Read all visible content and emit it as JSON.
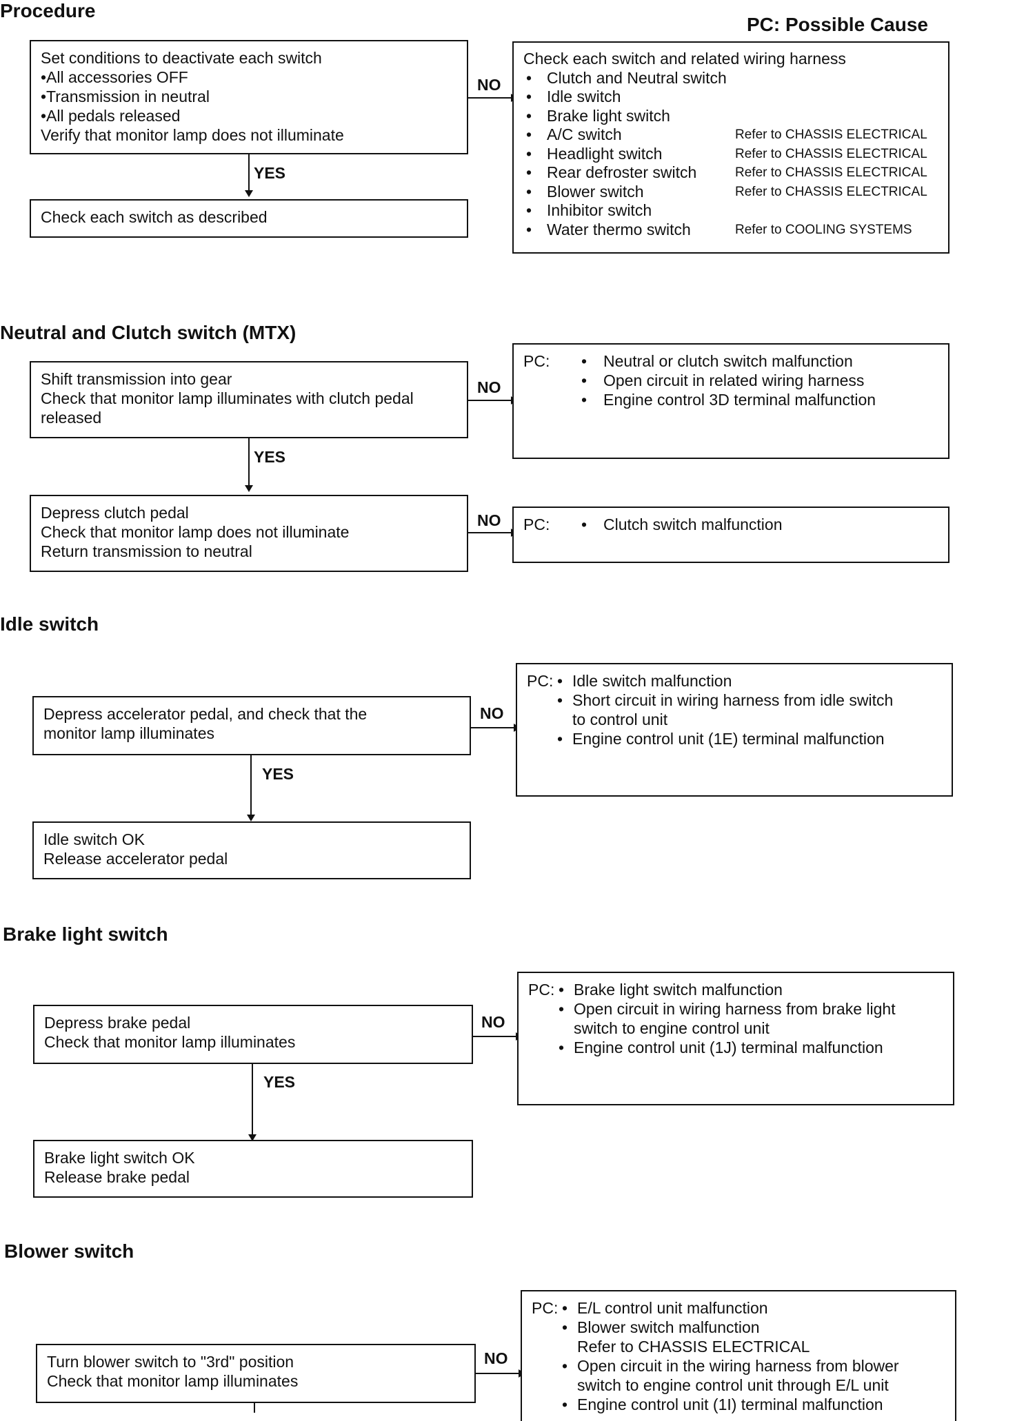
{
  "header": {
    "procedure_title": "Procedure",
    "pc_legend": "PC: Possible Cause"
  },
  "labels": {
    "yes": "YES",
    "no": "NO",
    "pc": "PC:",
    "bullet": "•"
  },
  "procedure": {
    "step1": [
      "Set conditions to deactivate each switch",
      "•All accessories OFF",
      "•Transmission in neutral",
      "•All pedals released",
      "Verify that monitor lamp does not illuminate"
    ],
    "step2": [
      "Check each switch as described"
    ],
    "no_box": {
      "title": "Check each switch and related wiring harness",
      "items": [
        {
          "text": "Clutch and Neutral switch",
          "ref": ""
        },
        {
          "text": "Idle switch",
          "ref": ""
        },
        {
          "text": "Brake light switch",
          "ref": ""
        },
        {
          "text": "A/C switch",
          "ref": "Refer to CHASSIS ELECTRICAL"
        },
        {
          "text": "Headlight switch",
          "ref": "Refer to CHASSIS ELECTRICAL"
        },
        {
          "text": "Rear defroster switch",
          "ref": "Refer to CHASSIS ELECTRICAL"
        },
        {
          "text": "Blower switch",
          "ref": "Refer to CHASSIS ELECTRICAL"
        },
        {
          "text": "Inhibitor switch",
          "ref": ""
        },
        {
          "text": "Water thermo switch",
          "ref": "Refer to COOLING SYSTEMS"
        }
      ]
    }
  },
  "neutral_clutch": {
    "title": "Neutral and Clutch switch (MTX)",
    "step1": [
      "Shift transmission into gear",
      "Check that monitor lamp illuminates with clutch pedal",
      "released"
    ],
    "pc1": [
      "Neutral or clutch switch malfunction",
      "Open circuit in related wiring harness",
      "Engine control 3D terminal malfunction"
    ],
    "step2": [
      "Depress clutch pedal",
      "Check that monitor lamp does not illuminate",
      "Return transmission to neutral"
    ],
    "pc2": [
      "Clutch switch malfunction"
    ]
  },
  "idle": {
    "title": "Idle switch",
    "step1": [
      "Depress accelerator pedal, and check that the",
      "monitor lamp illuminates"
    ],
    "pc": [
      [
        "Idle switch malfunction"
      ],
      [
        "Short circuit in wiring harness from idle switch",
        "to control unit"
      ],
      [
        "Engine control unit (1E) terminal malfunction"
      ]
    ],
    "step2": [
      "Idle switch OK",
      "Release accelerator pedal"
    ]
  },
  "brake": {
    "title": "Brake light switch",
    "step1": [
      "Depress brake pedal",
      "Check that monitor lamp illuminates"
    ],
    "pc": [
      [
        "Brake light switch malfunction"
      ],
      [
        "Open circuit in wiring harness from brake light",
        "switch to engine control unit"
      ],
      [
        "Engine control unit (1J) terminal malfunction"
      ]
    ],
    "step2": [
      "Brake light switch OK",
      "Release brake pedal"
    ]
  },
  "blower": {
    "title": "Blower switch",
    "step1": [
      "Turn blower switch to \"3rd\" position",
      "Check that monitor lamp illuminates"
    ],
    "pc": [
      [
        "E/L control unit malfunction"
      ],
      [
        "Blower switch malfunction",
        "Refer to CHASSIS ELECTRICAL"
      ],
      [
        "Open circuit in the wiring harness from blower",
        "switch to engine control unit through E/L unit"
      ],
      [
        "Engine control unit (1I) terminal malfunction"
      ]
    ]
  }
}
